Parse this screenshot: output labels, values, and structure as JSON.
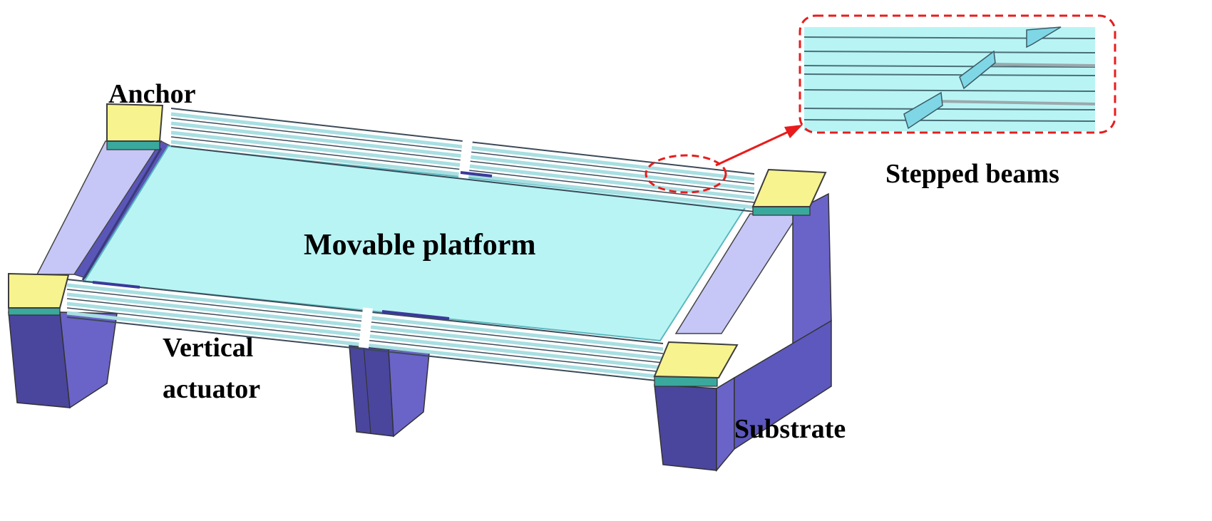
{
  "labels": {
    "anchor": "Anchor",
    "movable_platform": "Movable platform",
    "vertical_actuator_line1": "Vertical",
    "vertical_actuator_line2": "actuator",
    "substrate": "Substrate",
    "stepped_beams": "Stepped beams"
  },
  "colors": {
    "platform": "#b9f4f4",
    "platform_edge": "#5ab8bf",
    "beam": "#a8dfe2",
    "beam_edge": "#3c4a58",
    "anchor_top": "#f7f38e",
    "anchor_edge": "#3d3d3d",
    "anchor_layer": "#3aa89d",
    "substrate_front": "#6a64c8",
    "substrate_side": "#4a469e",
    "substrate_light": "#c6c6f7",
    "callout": "#e81c1c"
  }
}
